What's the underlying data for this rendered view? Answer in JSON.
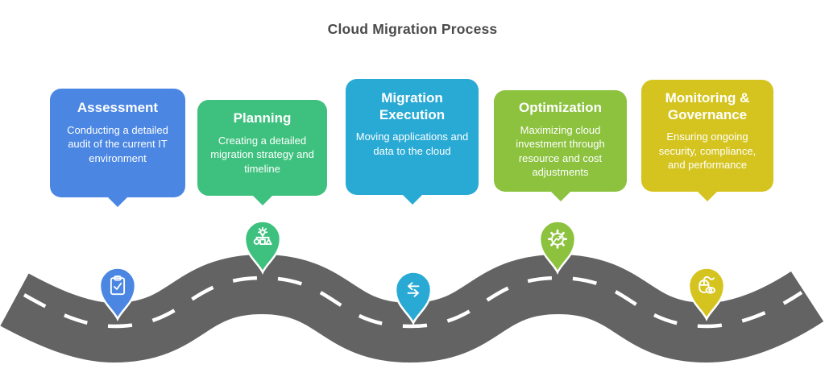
{
  "page": {
    "title": "Cloud Migration Process"
  },
  "colors": {
    "background": "#ffffff",
    "title_text": "#4a4a4b",
    "road": "#636363",
    "road_dash": "#ffffff",
    "card_text": "#ffffff"
  },
  "stages": [
    {
      "id": "assessment",
      "title": "Assessment",
      "description": "Conducting a detailed audit of the current IT environment",
      "color": "#4a86e2",
      "icon": "clipboard-check-icon",
      "road_position": "trough"
    },
    {
      "id": "planning",
      "title": "Planning",
      "description": "Creating a detailed migration strategy and timeline",
      "color": "#3ec17e",
      "icon": "idea-hierarchy-icon",
      "road_position": "crest"
    },
    {
      "id": "migration-execution",
      "title": "Migration Execution",
      "description": "Moving applications and data to the cloud",
      "color": "#29aad5",
      "icon": "transfer-arrows-icon",
      "road_position": "trough"
    },
    {
      "id": "optimization",
      "title": "Optimization",
      "description": "Maximizing cloud investment through resource and cost adjustments",
      "color": "#8cc23e",
      "icon": "gear-chart-icon",
      "road_position": "crest"
    },
    {
      "id": "monitoring-governance",
      "title": "Monitoring & Governance",
      "description": "Ensuring ongoing security, compliance, and performance",
      "color": "#d5c41f",
      "icon": "mouse-eye-icon",
      "road_position": "trough"
    }
  ]
}
